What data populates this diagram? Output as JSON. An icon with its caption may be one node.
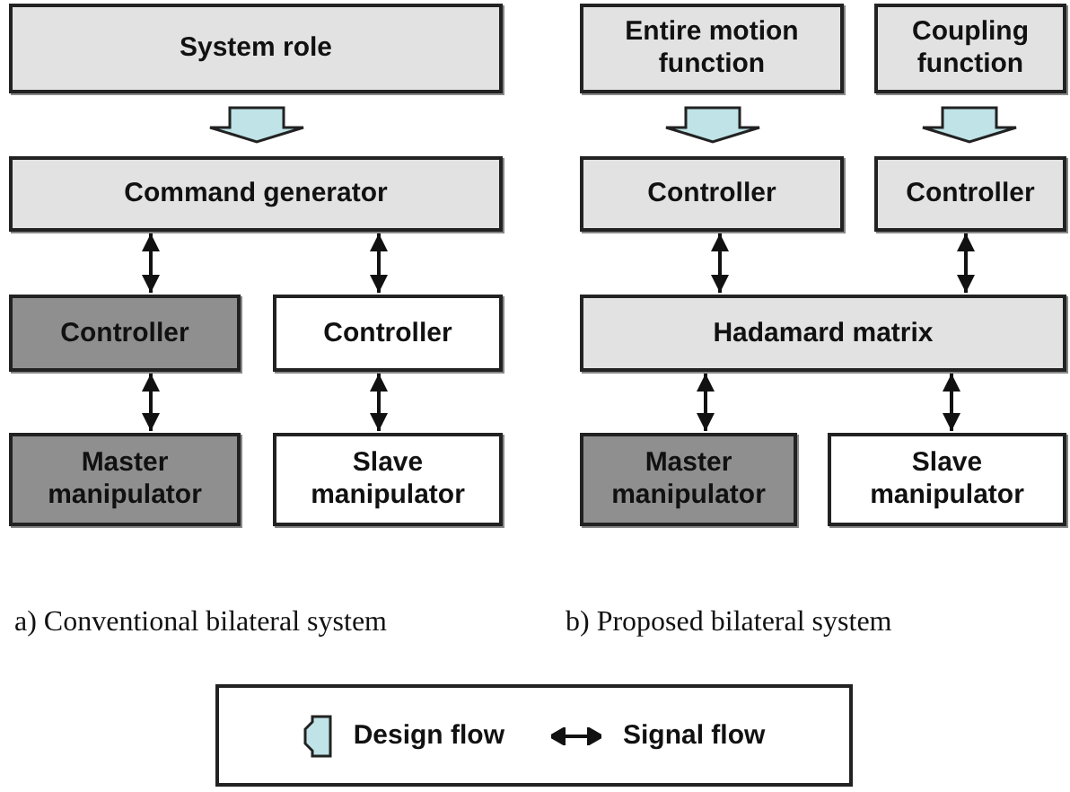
{
  "diagram": {
    "nodes": [
      {
        "text": [
          "System role"
        ]
      },
      {
        "text": [
          "Command generator"
        ]
      },
      {
        "text": [
          "Controller"
        ]
      },
      {
        "text": [
          "Controller"
        ]
      },
      {
        "text": [
          "Master manipulator"
        ]
      },
      {
        "text": [
          "Slave manipulator"
        ]
      },
      {
        "text": [
          "Entire motion function"
        ]
      },
      {
        "text": [
          "Coupling function"
        ]
      },
      {
        "text": [
          "Controller"
        ]
      },
      {
        "text": [
          "Controller"
        ]
      },
      {
        "text": [
          "Hadamard matrix"
        ]
      },
      {
        "text": [
          "Master manipulator"
        ]
      },
      {
        "text": [
          "Slave manipulator"
        ]
      }
    ],
    "edges": [
      {
        "from": 0,
        "to": 1,
        "arrow": "to",
        "style": "thick",
        "color": "#bfe3e6"
      },
      {
        "from": 1,
        "to": 2,
        "arrow": "both"
      },
      {
        "from": 1,
        "to": 3,
        "arrow": "both"
      },
      {
        "from": 2,
        "to": 4,
        "arrow": "both"
      },
      {
        "from": 3,
        "to": 5,
        "arrow": "both"
      },
      {
        "from": 6,
        "to": 8,
        "arrow": "to",
        "style": "thick",
        "color": "#bfe3e6"
      },
      {
        "from": 7,
        "to": 9,
        "arrow": "to",
        "style": "thick",
        "color": "#bfe3e6"
      },
      {
        "from": 8,
        "to": 10,
        "arrow": "both"
      },
      {
        "from": 9,
        "to": 10,
        "arrow": "both"
      },
      {
        "from": 10,
        "to": 11,
        "arrow": "both"
      },
      {
        "from": 10,
        "to": 12,
        "arrow": "both"
      }
    ],
    "labels": [
      "a) Conventional bilateral system",
      "b) Proposed bilateral system"
    ],
    "legend": [
      {
        "text": "Design flow"
      },
      {
        "text": "Signal flow"
      }
    ]
  }
}
